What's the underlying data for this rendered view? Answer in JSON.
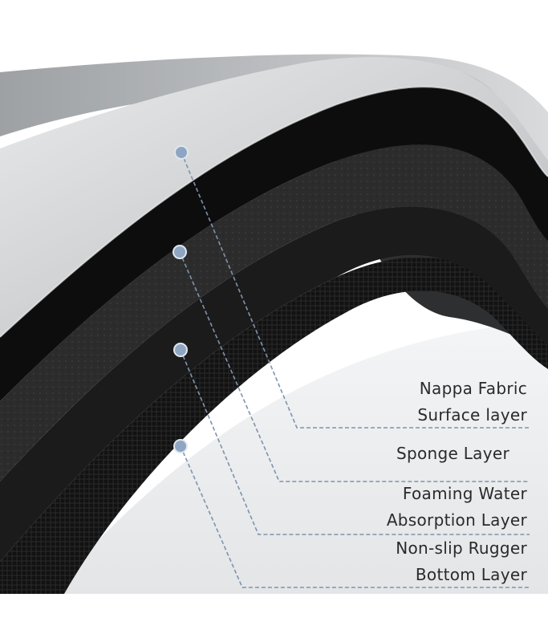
{
  "labels": [
    {
      "line1": "Nappa Fabric",
      "line2": "Surface layer"
    },
    {
      "line1": "Sponge Layer"
    },
    {
      "line1": "Foaming Water",
      "line2": "Absorption Layer"
    },
    {
      "line1": "Non-slip Rugger",
      "line2": "Bottom Layer"
    }
  ],
  "colors": {
    "fabric": "#d9dadb",
    "sponge": "#2b2b2b",
    "foam": "#1f1f1f",
    "mesh": "#151515",
    "leader": "#7f93ad",
    "marker": "#8fa6c2"
  }
}
